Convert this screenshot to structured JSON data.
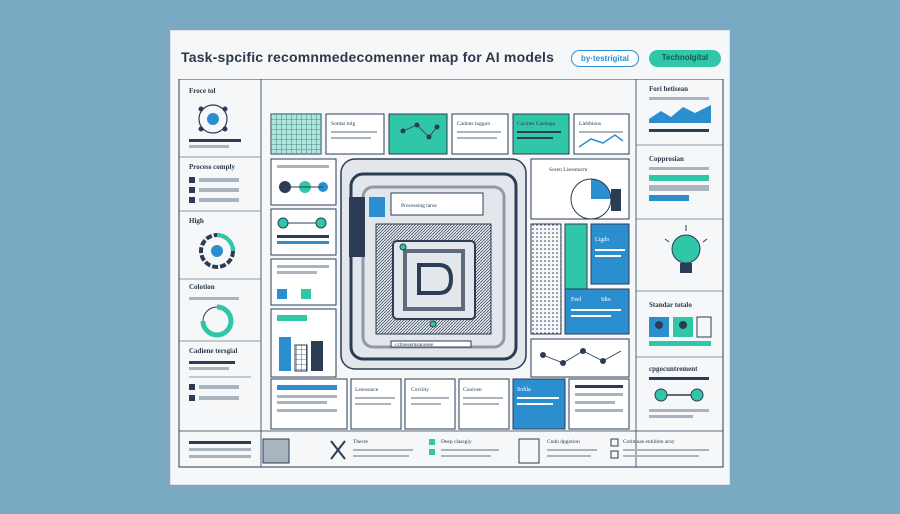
{
  "header": {
    "title": "Task-spcific recomnmedecomenner map for AI models",
    "badge_left": "by·testrigital",
    "badge_right": "Technolgital"
  },
  "left_column": {
    "labels": [
      "Froce tol",
      "Process comply",
      "High",
      "Colotion",
      "Cadiene tersgial"
    ]
  },
  "right_column": {
    "labels": [
      "Fori hetisean",
      "Copprosian",
      "Standar totalo",
      "cpgocuntrement"
    ]
  },
  "center": {
    "top_labels": [
      "Sotdar tolg",
      "Cadons luggon",
      "Cacines Canbago"
    ],
    "top_right_label": "Liebbions",
    "mid_right_label": "Soren Lisesmsrm",
    "center_box_label": "Processing tarsa",
    "right_labels": [
      "Ligdo",
      "Feel",
      "Idio"
    ],
    "lower_labels": [
      "Lesnsunce",
      "Coviiity",
      "Coniven",
      "Sohla"
    ],
    "bottom_center_label": "ccltsesemsanoese"
  },
  "footer": {
    "labels": [
      "Thecte",
      "Deep classgiy",
      "Cndn dpgotion",
      "Cotimuse entiitien aroy"
    ]
  },
  "colors": {
    "accent_teal": "#2fc7a8",
    "accent_blue": "#2b8fcf",
    "navy": "#2b3d55",
    "background": "#7aa9c3"
  }
}
